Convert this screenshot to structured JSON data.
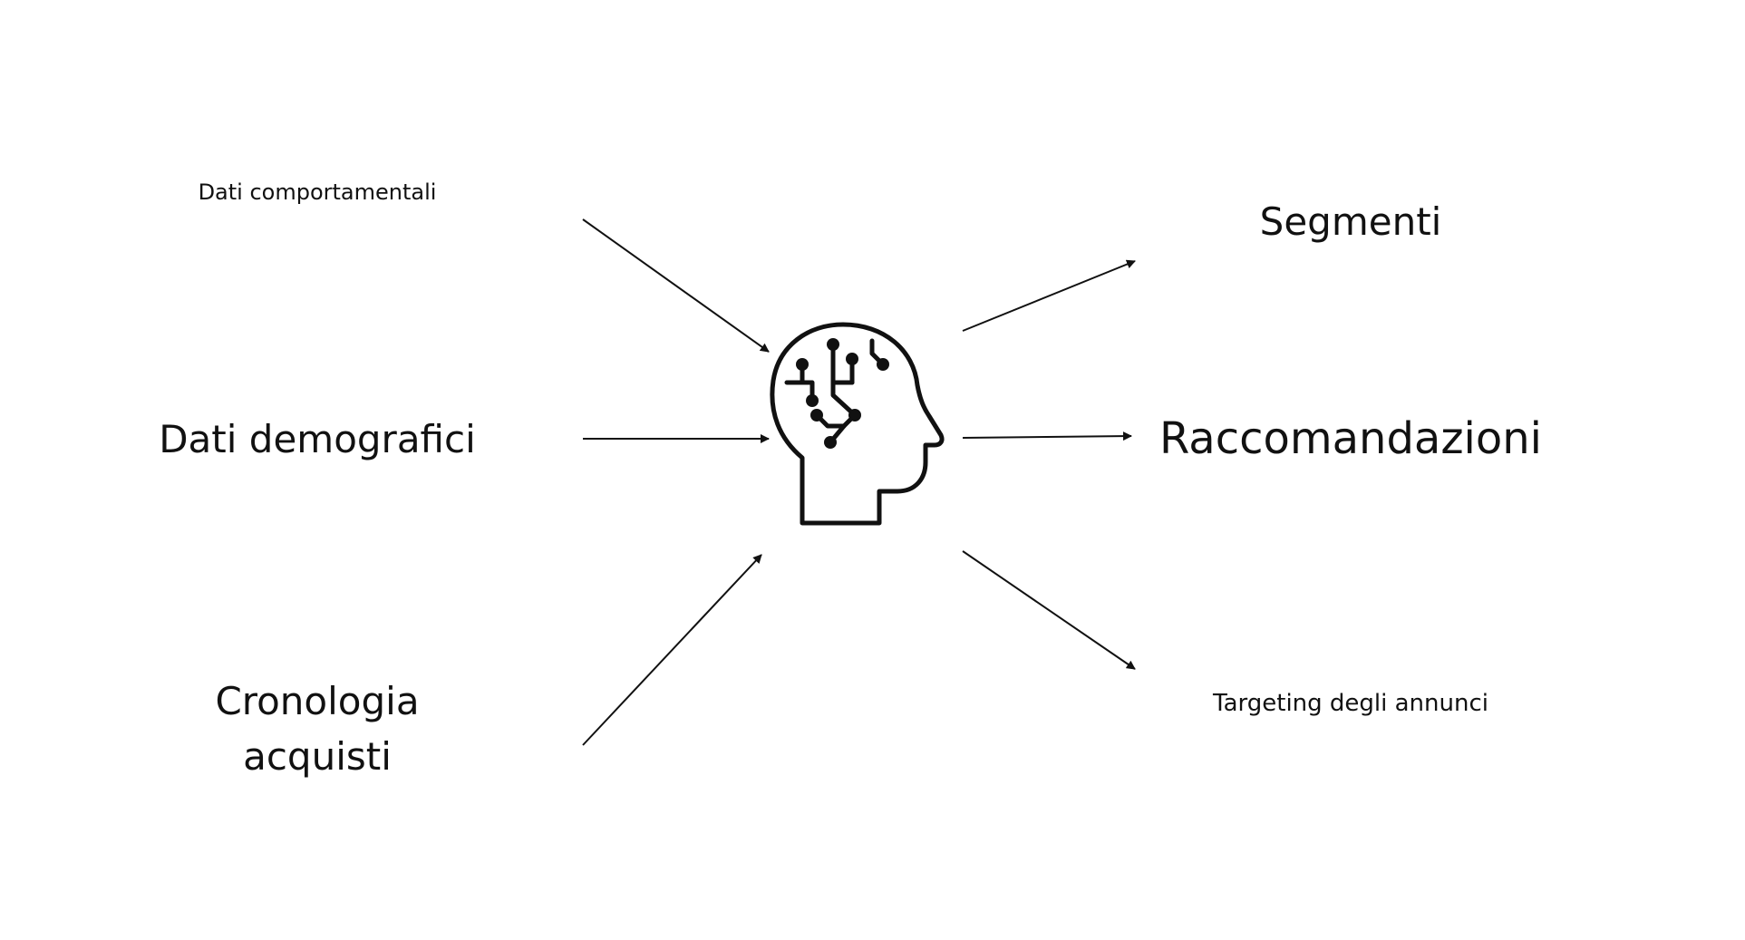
{
  "inputs": {
    "behavioral": "Dati comportamentali",
    "demographic": "Dati demografici",
    "purchase_history_line1": "Cronologia",
    "purchase_history_line2": "acquisti"
  },
  "outputs": {
    "segments": "Segmenti",
    "recommendations": "Raccomandazioni",
    "ad_targeting": "Targeting degli annunci"
  },
  "center_icon": "ai-head-circuit-icon",
  "colors": {
    "ink": "#111111",
    "background": "#ffffff"
  }
}
